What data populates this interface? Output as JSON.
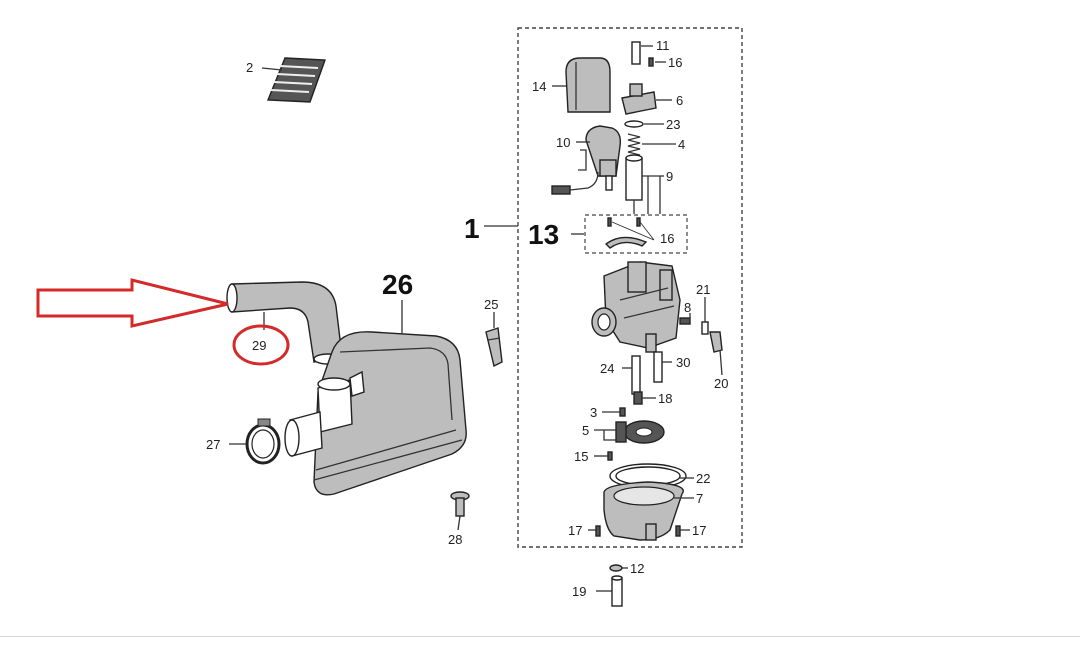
{
  "callouts": {
    "p1": "1",
    "p2": "2",
    "p3": "3",
    "p4": "4",
    "p5": "5",
    "p6": "6",
    "p7": "7",
    "p8": "8",
    "p9": "9",
    "p10": "10",
    "p11": "11",
    "p12": "12",
    "p13": "13",
    "p14": "14",
    "p15": "15",
    "p16a": "16",
    "p16b": "16",
    "p17a": "17",
    "p17b": "17",
    "p18": "18",
    "p19": "19",
    "p20": "20",
    "p21": "21",
    "p22": "22",
    "p23": "23",
    "p24": "24",
    "p25": "25",
    "p26": "26",
    "p27": "27",
    "p28": "28",
    "p29": "29",
    "p30": "30"
  },
  "colors": {
    "highlight": "#d42a2a",
    "line": "#333333",
    "part_fill": "#bdbdbd"
  },
  "highlighted_part": "29"
}
